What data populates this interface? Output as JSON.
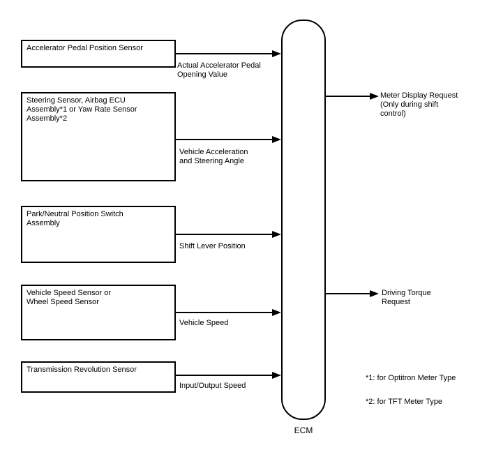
{
  "ecm": {
    "label": "ECM"
  },
  "inputs": [
    {
      "source": "Accelerator Pedal Position Sensor",
      "signal": "Actual Accelerator Pedal\nOpening Value"
    },
    {
      "source": "Steering Sensor, Airbag ECU\nAssembly*1 or Yaw Rate Sensor\nAssembly*2",
      "signal": "Vehicle Acceleration\nand Steering Angle"
    },
    {
      "source": "Park/Neutral Position Switch\nAssembly",
      "signal": "Shift Lever Position"
    },
    {
      "source": "Vehicle Speed Sensor or\nWheel Speed Sensor",
      "signal": "Vehicle Speed"
    },
    {
      "source": "Transmission Revolution Sensor",
      "signal": "Input/Output Speed"
    }
  ],
  "outputs": [
    {
      "signal": "Meter Display Request\n(Only during shift\ncontrol)"
    },
    {
      "signal": "Driving Torque\nRequest"
    }
  ],
  "footnotes": [
    "*1: for Optitron Meter Type",
    "*2: for TFT Meter Type"
  ],
  "colors": {
    "line": "#000000",
    "background": "#ffffff",
    "text": "#000000"
  }
}
